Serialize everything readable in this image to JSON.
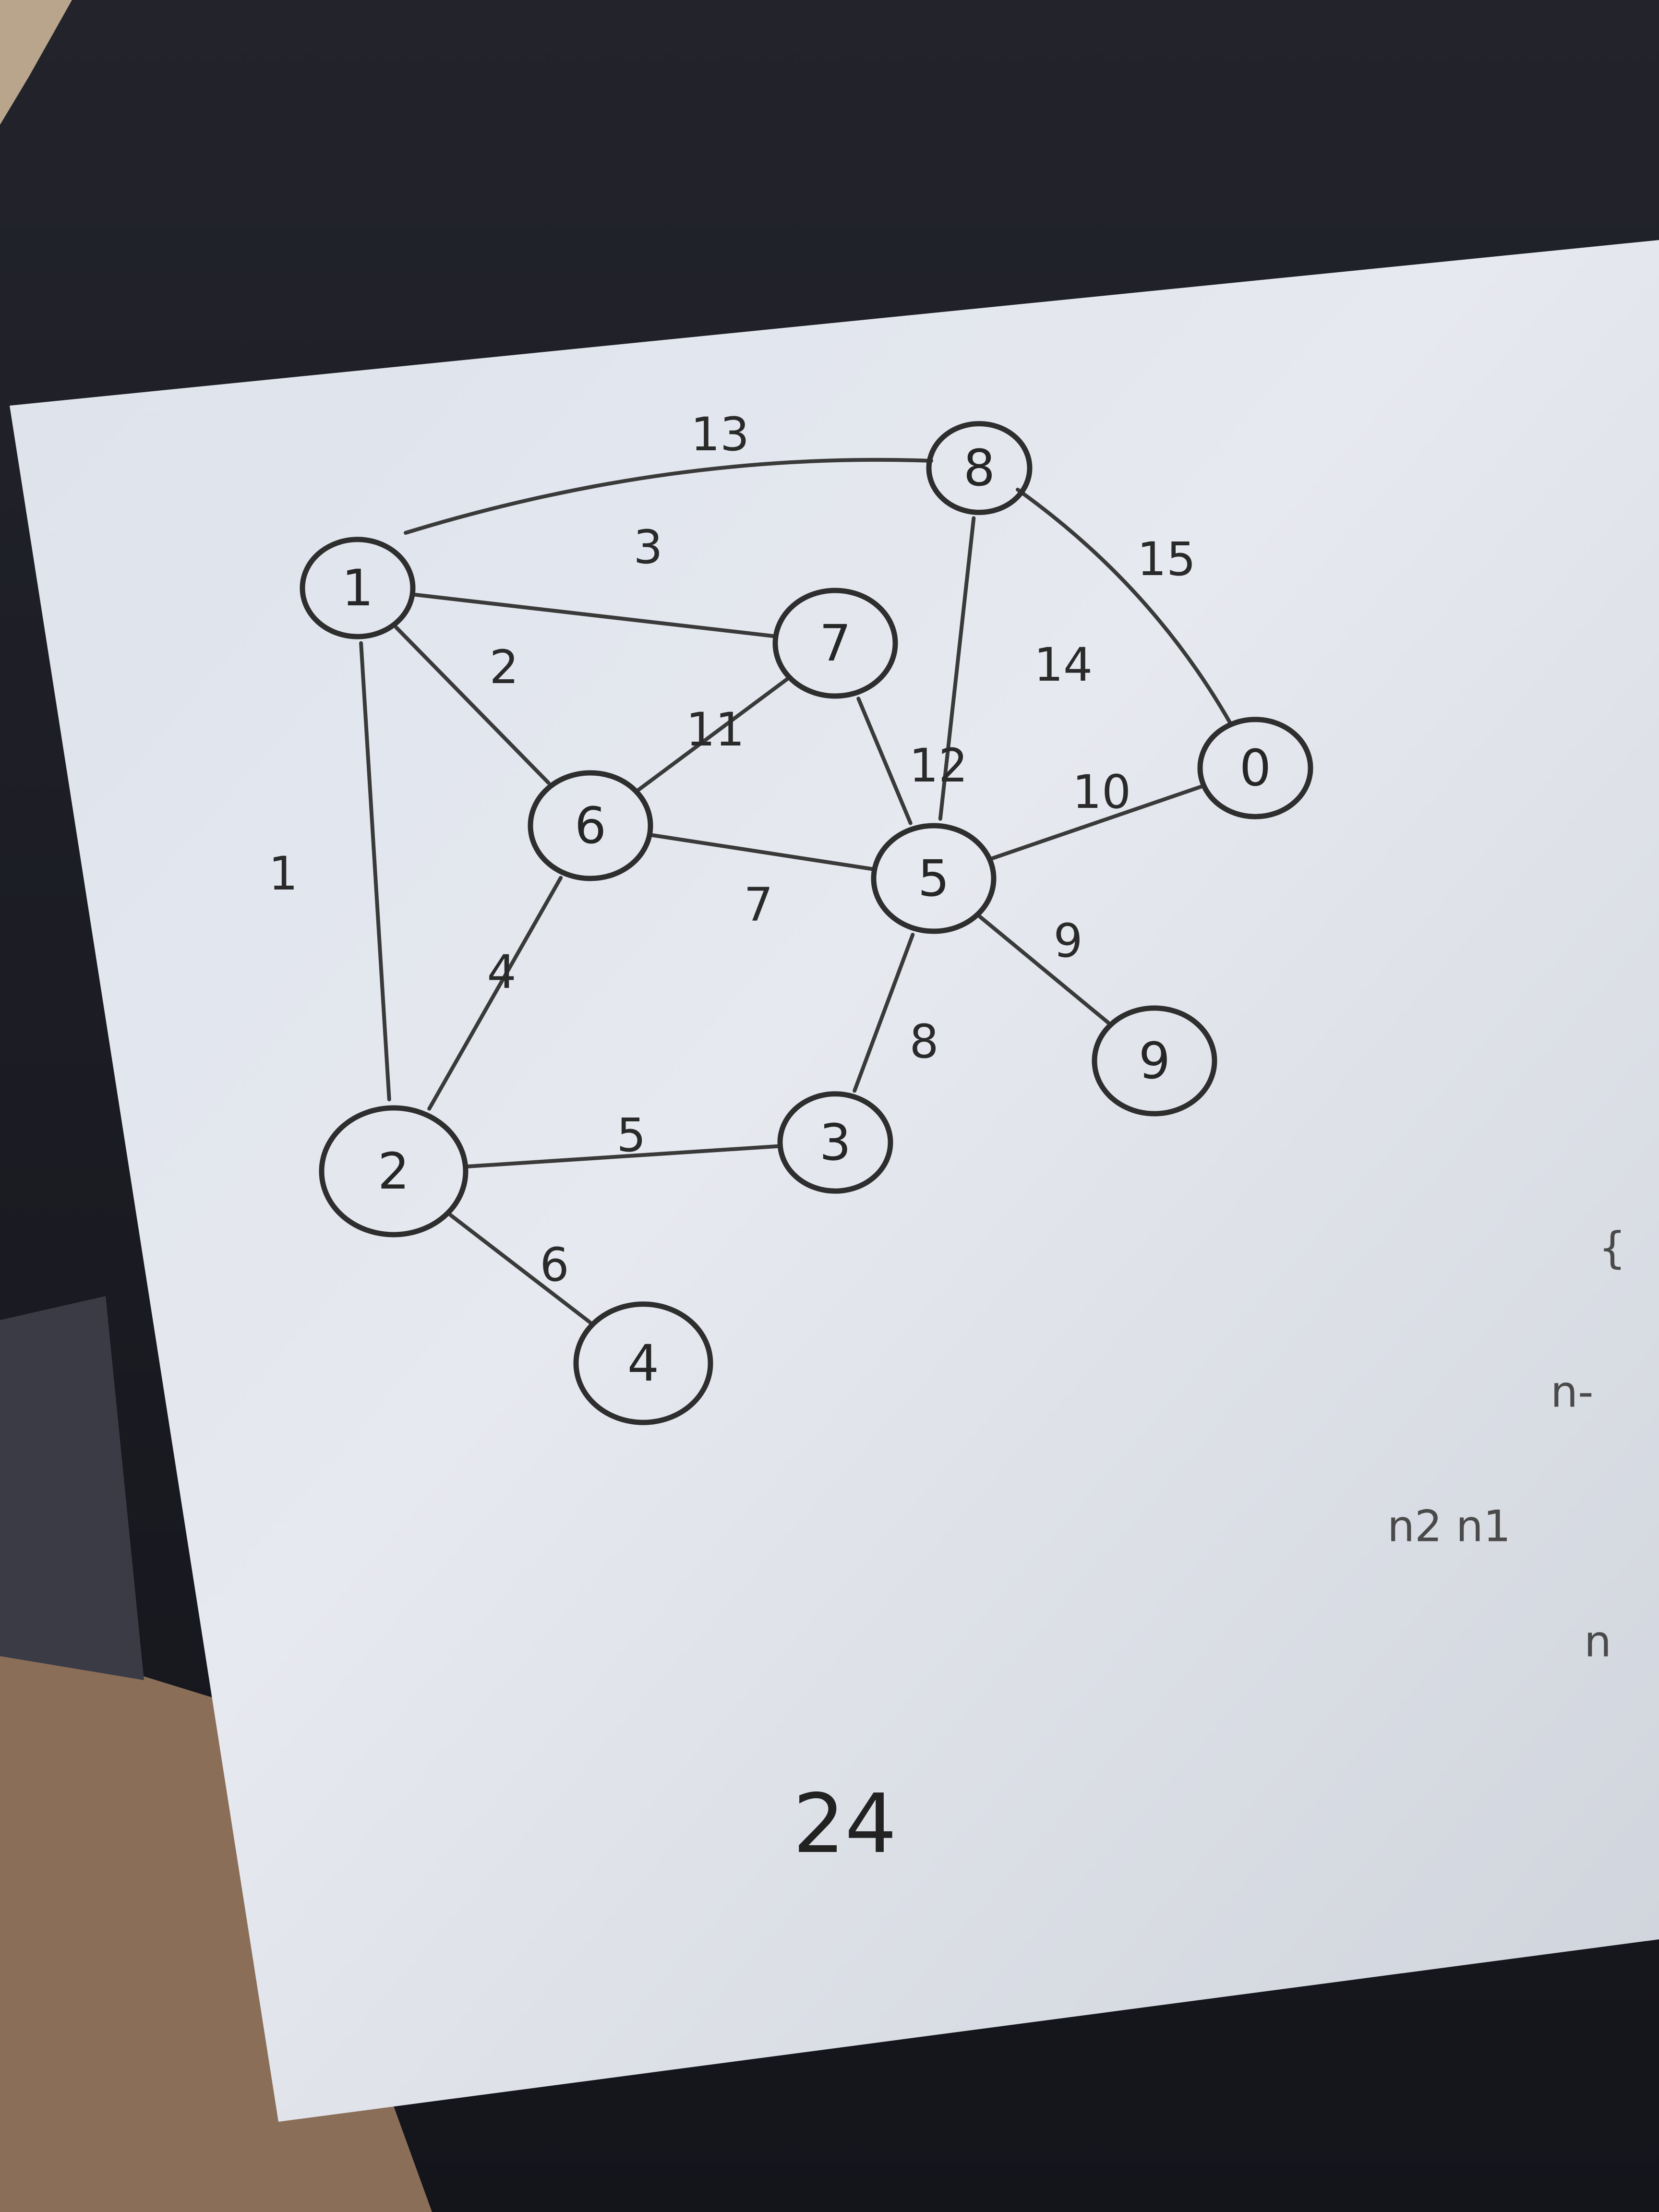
{
  "diagram": {
    "type": "weighted-graph",
    "nodes": [
      {
        "id": "1",
        "label": "1"
      },
      {
        "id": "2",
        "label": "2"
      },
      {
        "id": "3",
        "label": "3"
      },
      {
        "id": "4",
        "label": "4"
      },
      {
        "id": "5",
        "label": "5"
      },
      {
        "id": "6",
        "label": "6"
      },
      {
        "id": "7",
        "label": "7"
      },
      {
        "id": "8",
        "label": "8"
      },
      {
        "id": "9",
        "label": "9"
      },
      {
        "id": "0",
        "label": "0"
      }
    ],
    "edges": [
      {
        "from": "1",
        "to": "8",
        "weight": "13"
      },
      {
        "from": "1",
        "to": "7",
        "weight": "3"
      },
      {
        "from": "1",
        "to": "6",
        "weight": "2"
      },
      {
        "from": "1",
        "to": "2",
        "weight": "1"
      },
      {
        "from": "6",
        "to": "7",
        "weight": "11"
      },
      {
        "from": "7",
        "to": "5",
        "weight": "12"
      },
      {
        "from": "8",
        "to": "5",
        "weight": "14"
      },
      {
        "from": "8",
        "to": "0",
        "weight": "15"
      },
      {
        "from": "5",
        "to": "0",
        "weight": "10"
      },
      {
        "from": "6",
        "to": "5",
        "weight": "7"
      },
      {
        "from": "6",
        "to": "2",
        "weight": "4"
      },
      {
        "from": "5",
        "to": "3",
        "weight": "8"
      },
      {
        "from": "5",
        "to": "9",
        "weight": "9"
      },
      {
        "from": "2",
        "to": "3",
        "weight": "5"
      },
      {
        "from": "2",
        "to": "4",
        "weight": "6"
      }
    ]
  },
  "side_notes": [
    "{",
    "n-",
    "n2 n1",
    "n"
  ],
  "footer_note": "24"
}
